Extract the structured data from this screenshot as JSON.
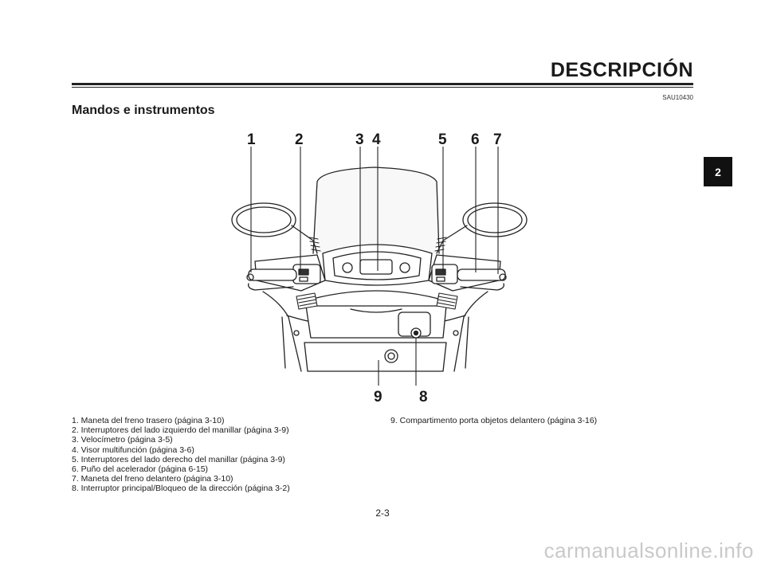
{
  "header": {
    "title": "DESCRIPCIÓN"
  },
  "doc_code": "SAU10430",
  "section_title": "Mandos e instrumentos",
  "chapter_tab": "2",
  "callouts": [
    "1",
    "2",
    "3",
    "4",
    "5",
    "6",
    "7",
    "8",
    "9"
  ],
  "legend_left": [
    "1. Maneta del freno trasero (página 3-10)",
    "2. Interruptores del lado izquierdo del manillar (página 3-9)",
    "3. Velocímetro (página 3-5)",
    "4. Visor multifunción (página 3-6)",
    "5. Interruptores del lado derecho del manillar (página 3-9)",
    "6. Puño del acelerador (página 6-15)",
    "7. Maneta del freno delantero (página 3-10)",
    "8. Interruptor principal/Bloqueo de la dirección (página 3-2)"
  ],
  "legend_right": [
    "9. Compartimento porta objetos delantero (página 3-16)"
  ],
  "page_number": "2-3",
  "watermark": "carmanualsonline.info"
}
